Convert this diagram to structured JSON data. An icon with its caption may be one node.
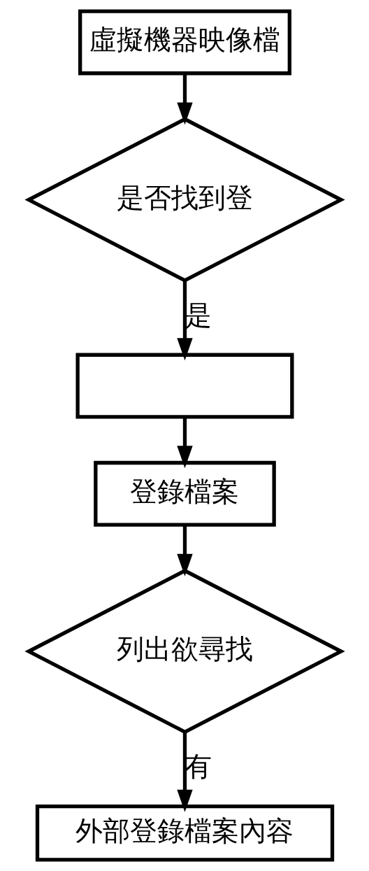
{
  "diagram": {
    "nodes": [
      {
        "text": [
          "虛擬機器映像檔"
        ]
      },
      {
        "text": [
          "是否找到登"
        ]
      },
      {
        "text": [],
        "shape": "box"
      },
      {
        "text": [
          "登錄檔案"
        ]
      },
      {
        "text": [
          "列出欲尋找"
        ]
      },
      {
        "text": [
          "外部登錄檔案內容"
        ]
      }
    ],
    "edges": [
      {
        "from": 0,
        "to": 1,
        "arrow": "to"
      },
      {
        "from": 1,
        "to": 2,
        "arrow": "to",
        "label": "是"
      },
      {
        "from": 2,
        "to": 3,
        "arrow": "to"
      },
      {
        "from": 3,
        "to": 4,
        "arrow": "to"
      },
      {
        "from": 4,
        "to": 5,
        "arrow": "to",
        "label": "有"
      }
    ]
  }
}
